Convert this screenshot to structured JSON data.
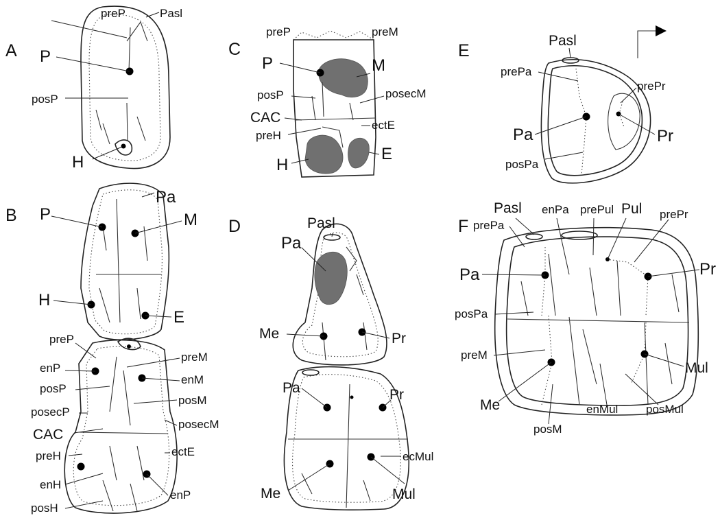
{
  "panels": {
    "A": "A",
    "B": "B",
    "C": "C",
    "D": "D",
    "E": "E",
    "F": "F"
  },
  "labels": {
    "A_preP": "preP",
    "A_Pasl": "Pasl",
    "A_P": "P",
    "A_posP": "posP",
    "A_H": "H",
    "B_Pa": "Pa",
    "B_P": "P",
    "B_M": "M",
    "B_H": "H",
    "B_E": "E",
    "B_preP": "preP",
    "B_enP": "enP",
    "B_preM": "preM",
    "B_enM": "enM",
    "B_posP": "posP",
    "B_posM": "posM",
    "B_posecP": "posecP",
    "B_CAC": "CAC",
    "B_posecM": "posecM",
    "B_preH": "preH",
    "B_ectE": "ectE",
    "B_enH": "enH",
    "B_enP2": "enP",
    "B_posH": "posH",
    "C_preP": "preP",
    "C_preM": "preM",
    "C_P": "P",
    "C_M": "M",
    "C_posP": "posP",
    "C_posecM": "posecM",
    "C_CAC": "CAC",
    "C_ectE": "ectE",
    "C_preH": "preH",
    "C_H": "H",
    "C_E": "E",
    "D_Pasl": "Pasl",
    "D_Pa": "Pa",
    "D_Me": "Me",
    "D_Pr": "Pr",
    "D_Pa2": "Pa",
    "D_Pr2": "Pr",
    "D_ecMul": "ecMul",
    "D_Me2": "Me",
    "D_Mul": "Mul",
    "E_Pasl": "Pasl",
    "E_prePa": "prePa",
    "E_prePr": "prePr",
    "E_Pa": "Pa",
    "E_Pr": "Pr",
    "E_posPa": "posPa",
    "F_Pasl": "Pasl",
    "F_enPa": "enPa",
    "F_prePul": "prePul",
    "F_Pul": "Pul",
    "F_prePr": "prePr",
    "F_prePa": "prePa",
    "F_Pr": "Pr",
    "F_Pa": "Pa",
    "F_posPa": "posPa",
    "F_preM": "preM",
    "F_Mul": "Mul",
    "F_Me": "Me",
    "F_posMul": "posMul",
    "F_enMul": "enMul",
    "F_posM": "posM"
  }
}
